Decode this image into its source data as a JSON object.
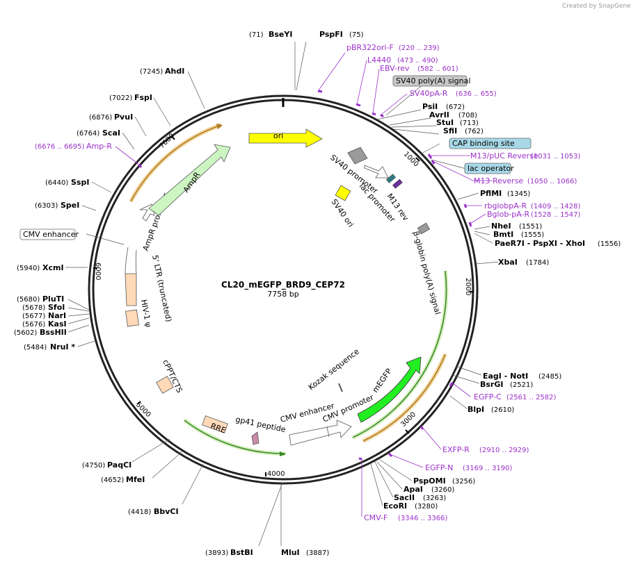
{
  "credit": "Created by SnapGene",
  "plasmid": {
    "name": "CL20_mEGFP_BRD9_CEP72",
    "size": "7758 bp"
  },
  "ticks": [
    "1000",
    "2000",
    "3000",
    "4000",
    "5000",
    "6000",
    "7000"
  ],
  "features": [
    {
      "label": "ori"
    },
    {
      "label": "SV40 promoter"
    },
    {
      "label": "lac promoter"
    },
    {
      "label": "M13 rev"
    },
    {
      "label": "SV40 ori"
    },
    {
      "label": "β-globin poly(A) signal"
    },
    {
      "label": "mEGFP"
    },
    {
      "label": "Kozak sequence"
    },
    {
      "label": "CMV promoter"
    },
    {
      "label": "CMV enhancer"
    },
    {
      "label": "gp41 peptide"
    },
    {
      "label": "RRE"
    },
    {
      "label": "cPPT/CTS"
    },
    {
      "label": "HIV-1 ψ"
    },
    {
      "label": "5' LTR (truncated)"
    },
    {
      "label": "AmpR promoter"
    },
    {
      "label": "AmpR"
    }
  ],
  "sites": [
    {
      "name": "BseYI",
      "pos": "(71)"
    },
    {
      "name": "PspFI",
      "pos": "(75)"
    },
    {
      "name": "PsiI",
      "pos": "(672)"
    },
    {
      "name": "AvrII",
      "pos": "(708)"
    },
    {
      "name": "StuI",
      "pos": "(713)"
    },
    {
      "name": "SfiI",
      "pos": "(762)"
    },
    {
      "name": "PflMI",
      "pos": "(1345)"
    },
    {
      "name": "NheI",
      "pos": "(1551)"
    },
    {
      "name": "BmtI",
      "pos": "(1555)"
    },
    {
      "name": "PaeR7I - PspXI - XhoI",
      "pos": "(1556)"
    },
    {
      "name": "XbaI",
      "pos": "(1784)"
    },
    {
      "name": "EagI - NotI",
      "pos": "(2485)"
    },
    {
      "name": "BsrGI",
      "pos": "(2521)"
    },
    {
      "name": "BlpI",
      "pos": "(2610)"
    },
    {
      "name": "PspOMI",
      "pos": "(3256)"
    },
    {
      "name": "ApaI",
      "pos": "(3260)"
    },
    {
      "name": "SacII",
      "pos": "(3263)"
    },
    {
      "name": "EcoRI",
      "pos": "(3280)"
    },
    {
      "name": "MluI",
      "pos": "(3887)"
    },
    {
      "name": "BstBI",
      "pos": "(3893)"
    },
    {
      "name": "BbvCI",
      "pos": "(4418)"
    },
    {
      "name": "MfeI",
      "pos": "(4652)"
    },
    {
      "name": "PaqCI",
      "pos": "(4750)"
    },
    {
      "name": "NruI *",
      "pos": "(5484)"
    },
    {
      "name": "BssHII",
      "pos": "(5602)"
    },
    {
      "name": "KasI",
      "pos": "(5676)"
    },
    {
      "name": "NarI",
      "pos": "(5677)"
    },
    {
      "name": "SfoI",
      "pos": "(5678)"
    },
    {
      "name": "PluTI",
      "pos": "(5680)"
    },
    {
      "name": "XcmI",
      "pos": "(5940)"
    },
    {
      "name": "SpeI",
      "pos": "(6303)"
    },
    {
      "name": "SspI",
      "pos": "(6440)"
    },
    {
      "name": "ScaI",
      "pos": "(6764)"
    },
    {
      "name": "PvuI",
      "pos": "(6876)"
    },
    {
      "name": "FspI",
      "pos": "(7022)"
    },
    {
      "name": "AhdI",
      "pos": "(7245)"
    }
  ],
  "primers": [
    {
      "name": "pBR322ori-F",
      "pos": "(220 .. 239)"
    },
    {
      "name": "L4440",
      "pos": "(473 .. 490)"
    },
    {
      "name": "EBV-rev",
      "pos": "(582 .. 601)"
    },
    {
      "name": "SV40pA-R",
      "pos": "(636 .. 655)"
    },
    {
      "name": "M13/pUC Reverse",
      "pos": "(1031 .. 1053)"
    },
    {
      "name": "M13 Reverse",
      "pos": "(1050 .. 1066)"
    },
    {
      "name": "rbglobpA-R",
      "pos": "(1409 .. 1428)"
    },
    {
      "name": "Bglob-pA-R",
      "pos": "(1528 .. 1547)"
    },
    {
      "name": "EGFP-C",
      "pos": "(2561 .. 2582)"
    },
    {
      "name": "EXFP-R",
      "pos": "(2910 .. 2929)"
    },
    {
      "name": "EGFP-N",
      "pos": "(3169 .. 3190)"
    },
    {
      "name": "CMV-F",
      "pos": "(3346 .. 3366)"
    },
    {
      "name": "Amp-R",
      "pos": "(6676 .. 6695)"
    }
  ],
  "boxed": [
    {
      "label": "SV40 poly(A) signal"
    },
    {
      "label": "CAP binding site"
    },
    {
      "label": "lac operator"
    },
    {
      "label": "CMV enhancer"
    }
  ],
  "colors": {
    "backbone": "#222222",
    "primer": "#9a2fc8",
    "ori": "#ffff00",
    "amp": "#ccf5c2",
    "egfp": "#22ee22",
    "ltr": "#ffd9b8",
    "grey": "#9a9a9a",
    "teal": "#a8d8e8"
  }
}
